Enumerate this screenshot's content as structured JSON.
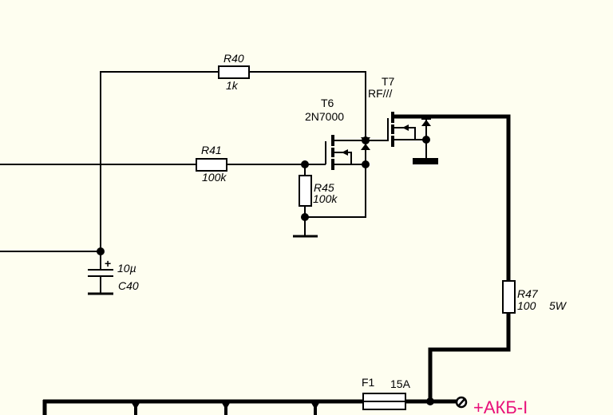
{
  "colors": {
    "background": "#fefef0",
    "wire": "#000000",
    "terminal_label": "#e8107a"
  },
  "components": {
    "R40": {
      "ref": "R40",
      "value": "1k"
    },
    "R41": {
      "ref": "R41",
      "value": "100k"
    },
    "R45": {
      "ref": "R45",
      "value": "100k"
    },
    "R47": {
      "ref": "R47",
      "value": "100",
      "power": "5W"
    },
    "C40": {
      "ref": "C40",
      "value": "10µ",
      "polarity": "+"
    },
    "T6": {
      "ref": "T6",
      "part": "2N7000"
    },
    "T7": {
      "ref": "T7",
      "part": "RF///"
    },
    "F1": {
      "ref": "F1",
      "value": "15A"
    }
  },
  "terminals": {
    "battery_plus": {
      "label": "+АКБ-I"
    }
  }
}
